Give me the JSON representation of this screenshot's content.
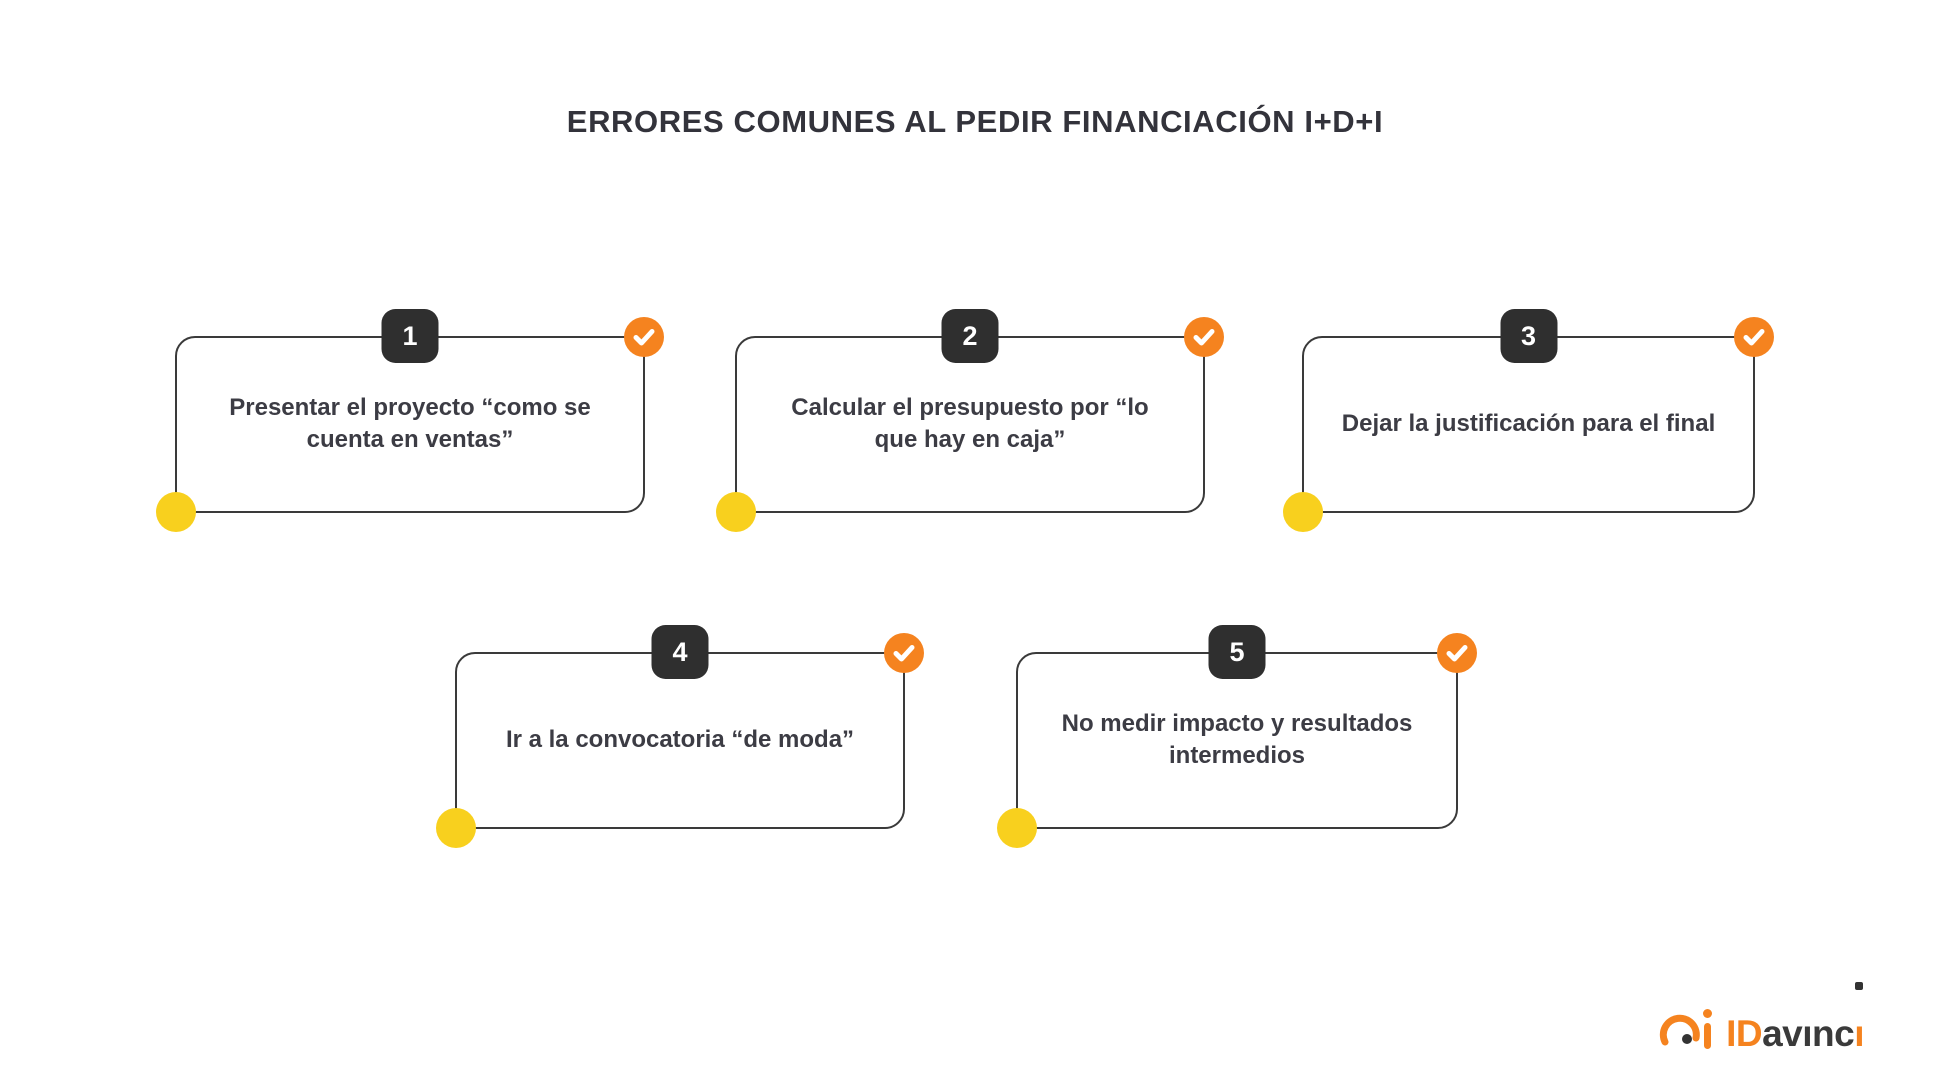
{
  "title": "ERRORES COMUNES AL PEDIR FINANCIACIÓN I+D+I",
  "colors": {
    "accent_orange": "#f5831f",
    "accent_yellow": "#f8d01e",
    "badge_dark": "#2f2f2f",
    "border_dark": "#3a3a3a",
    "text_dark": "#3c3c44",
    "background": "#ffffff"
  },
  "cards": [
    {
      "number": "1",
      "text": "Presentar el proyecto “como se cuenta en ventas”"
    },
    {
      "number": "2",
      "text": "Calcular el presupuesto por “lo que hay en caja”"
    },
    {
      "number": "3",
      "text": "Dejar la justificación para el final"
    },
    {
      "number": "4",
      "text": "Ir a la convocatoria “de moda”"
    },
    {
      "number": "5",
      "text": "No medir impacto y resultados intermedios"
    }
  ],
  "card_icons": {
    "corner_check": "check-icon",
    "corner_dot": "yellow-dot-icon"
  },
  "logo": {
    "icon": "gauge-i-icon",
    "text_orange": "ID",
    "text_dark": "avınc",
    "text_tail": "ı",
    "full_brand": "IDavinci"
  }
}
